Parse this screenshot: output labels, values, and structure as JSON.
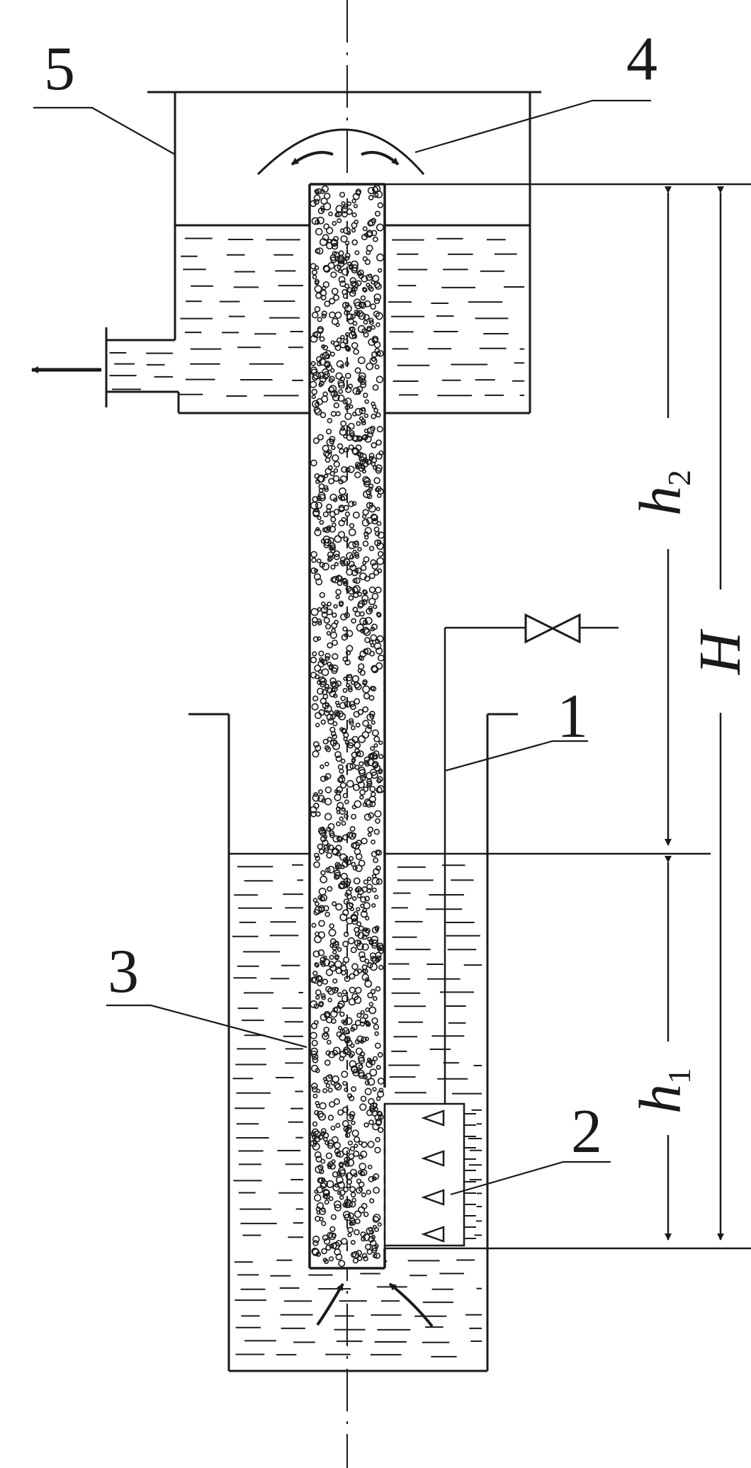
{
  "labels": {
    "part_1": "1",
    "part_2": "2",
    "part_3": "3",
    "part_4": "4",
    "part_5": "5"
  },
  "dimensions": {
    "h1": {
      "symbol": "h",
      "subscript": "1"
    },
    "h2": {
      "symbol": "h",
      "subscript": "2"
    },
    "H": {
      "symbol": "H"
    }
  },
  "colors": {
    "line": "#1a1a1a",
    "background": "#ffffff"
  }
}
